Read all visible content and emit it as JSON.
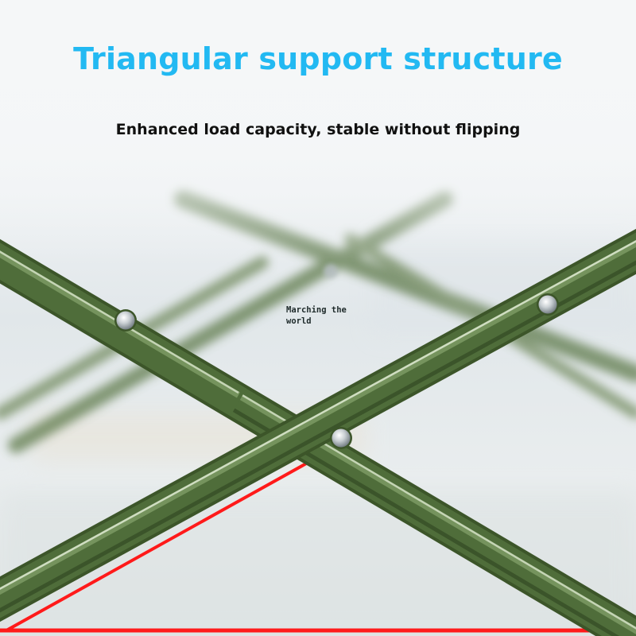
{
  "headline": {
    "title": "Triangular support structure",
    "subtitle": "Enhanced load capacity, stable without flipping"
  },
  "watermark": {
    "text": "Marching the world"
  },
  "colors": {
    "title": "#22b9f2",
    "subtitle": "#111111",
    "frame_tube": "#4c6a38",
    "triangle_outline": "#ff1a1a",
    "background": "#f3f5f7"
  },
  "image": {
    "subject": "green-metal-x-frame-folding-stool",
    "annotation": "red-triangle-outline"
  }
}
